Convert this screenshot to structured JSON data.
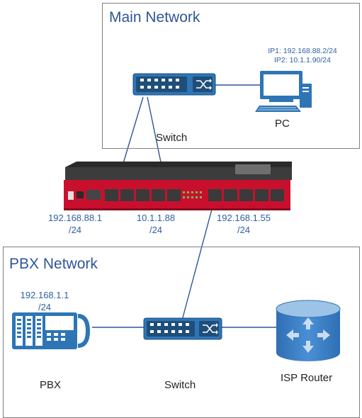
{
  "main_network": {
    "title": "Main Network",
    "switch_label": "Switch",
    "pc_label": "PC",
    "pc_ip1": "IP1: 192.168.88.2/24",
    "pc_ip2": "IP2: 10.1.1.90/24"
  },
  "router": {
    "port1_ip": "192.168.88.1",
    "port1_mask": "/24",
    "port5_ip": "10.1.1.88",
    "port5_mask": "/24",
    "port6_ip": "192.168.1.55",
    "port6_mask": "/24",
    "brand_color": "#c8102e"
  },
  "pbx_network": {
    "title": "PBX Network",
    "pbx_label": "PBX",
    "pbx_ip": "192.168.1.1",
    "pbx_mask": "/24",
    "switch_label": "Switch",
    "isp_label": "ISP Router"
  },
  "colors": {
    "accent": "#2f5597",
    "device_blue": "#2e75b6",
    "link": "#2f5597"
  }
}
